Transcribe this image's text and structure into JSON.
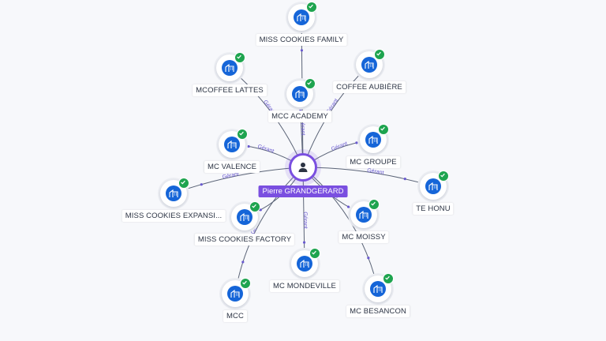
{
  "center": {
    "name": "Pierre GRANDGERARD",
    "icon": "person-icon",
    "color": "#7a4fe0"
  },
  "relation_label": "Gérant",
  "colors": {
    "company_icon": "#1565d8",
    "verified": "#1ea44f",
    "edge": "#5b6477",
    "edge_label": "#6a5ad0"
  },
  "companies": [
    {
      "id": "miss-cookies-family",
      "name": "MISS COOKIES FAMILY",
      "edge_label": ""
    },
    {
      "id": "mcoffee-lattes",
      "name": "MCOFFEE LATTES",
      "edge_label": "Gérant"
    },
    {
      "id": "mcc-academy",
      "name": "MCC ACADEMY",
      "edge_label": "Gérant"
    },
    {
      "id": "coffee-aubiere",
      "name": "COFFEE AUBIÈRE",
      "edge_label": "Gérant"
    },
    {
      "id": "mc-valence",
      "name": "MC VALENCE",
      "edge_label": "Gérant"
    },
    {
      "id": "mc-groupe",
      "name": "MC GROUPE",
      "edge_label": "Gérant"
    },
    {
      "id": "miss-cookies-expansion",
      "name": "MISS COOKIES EXPANSI...",
      "edge_label": "Gérant"
    },
    {
      "id": "te-honu",
      "name": "TE HONU",
      "edge_label": "Gérant"
    },
    {
      "id": "miss-cookies-factory",
      "name": "MISS COOKIES FACTORY",
      "edge_label": ""
    },
    {
      "id": "mc-moissy",
      "name": "MC MOISSY",
      "edge_label": "Gé"
    },
    {
      "id": "mc-mondeville",
      "name": "MC MONDEVILLE",
      "edge_label": "Gérant"
    },
    {
      "id": "mcc",
      "name": "MCC",
      "edge_label": "Gé"
    },
    {
      "id": "mc-besancon",
      "name": "MC BESANCON",
      "edge_label": ""
    }
  ]
}
